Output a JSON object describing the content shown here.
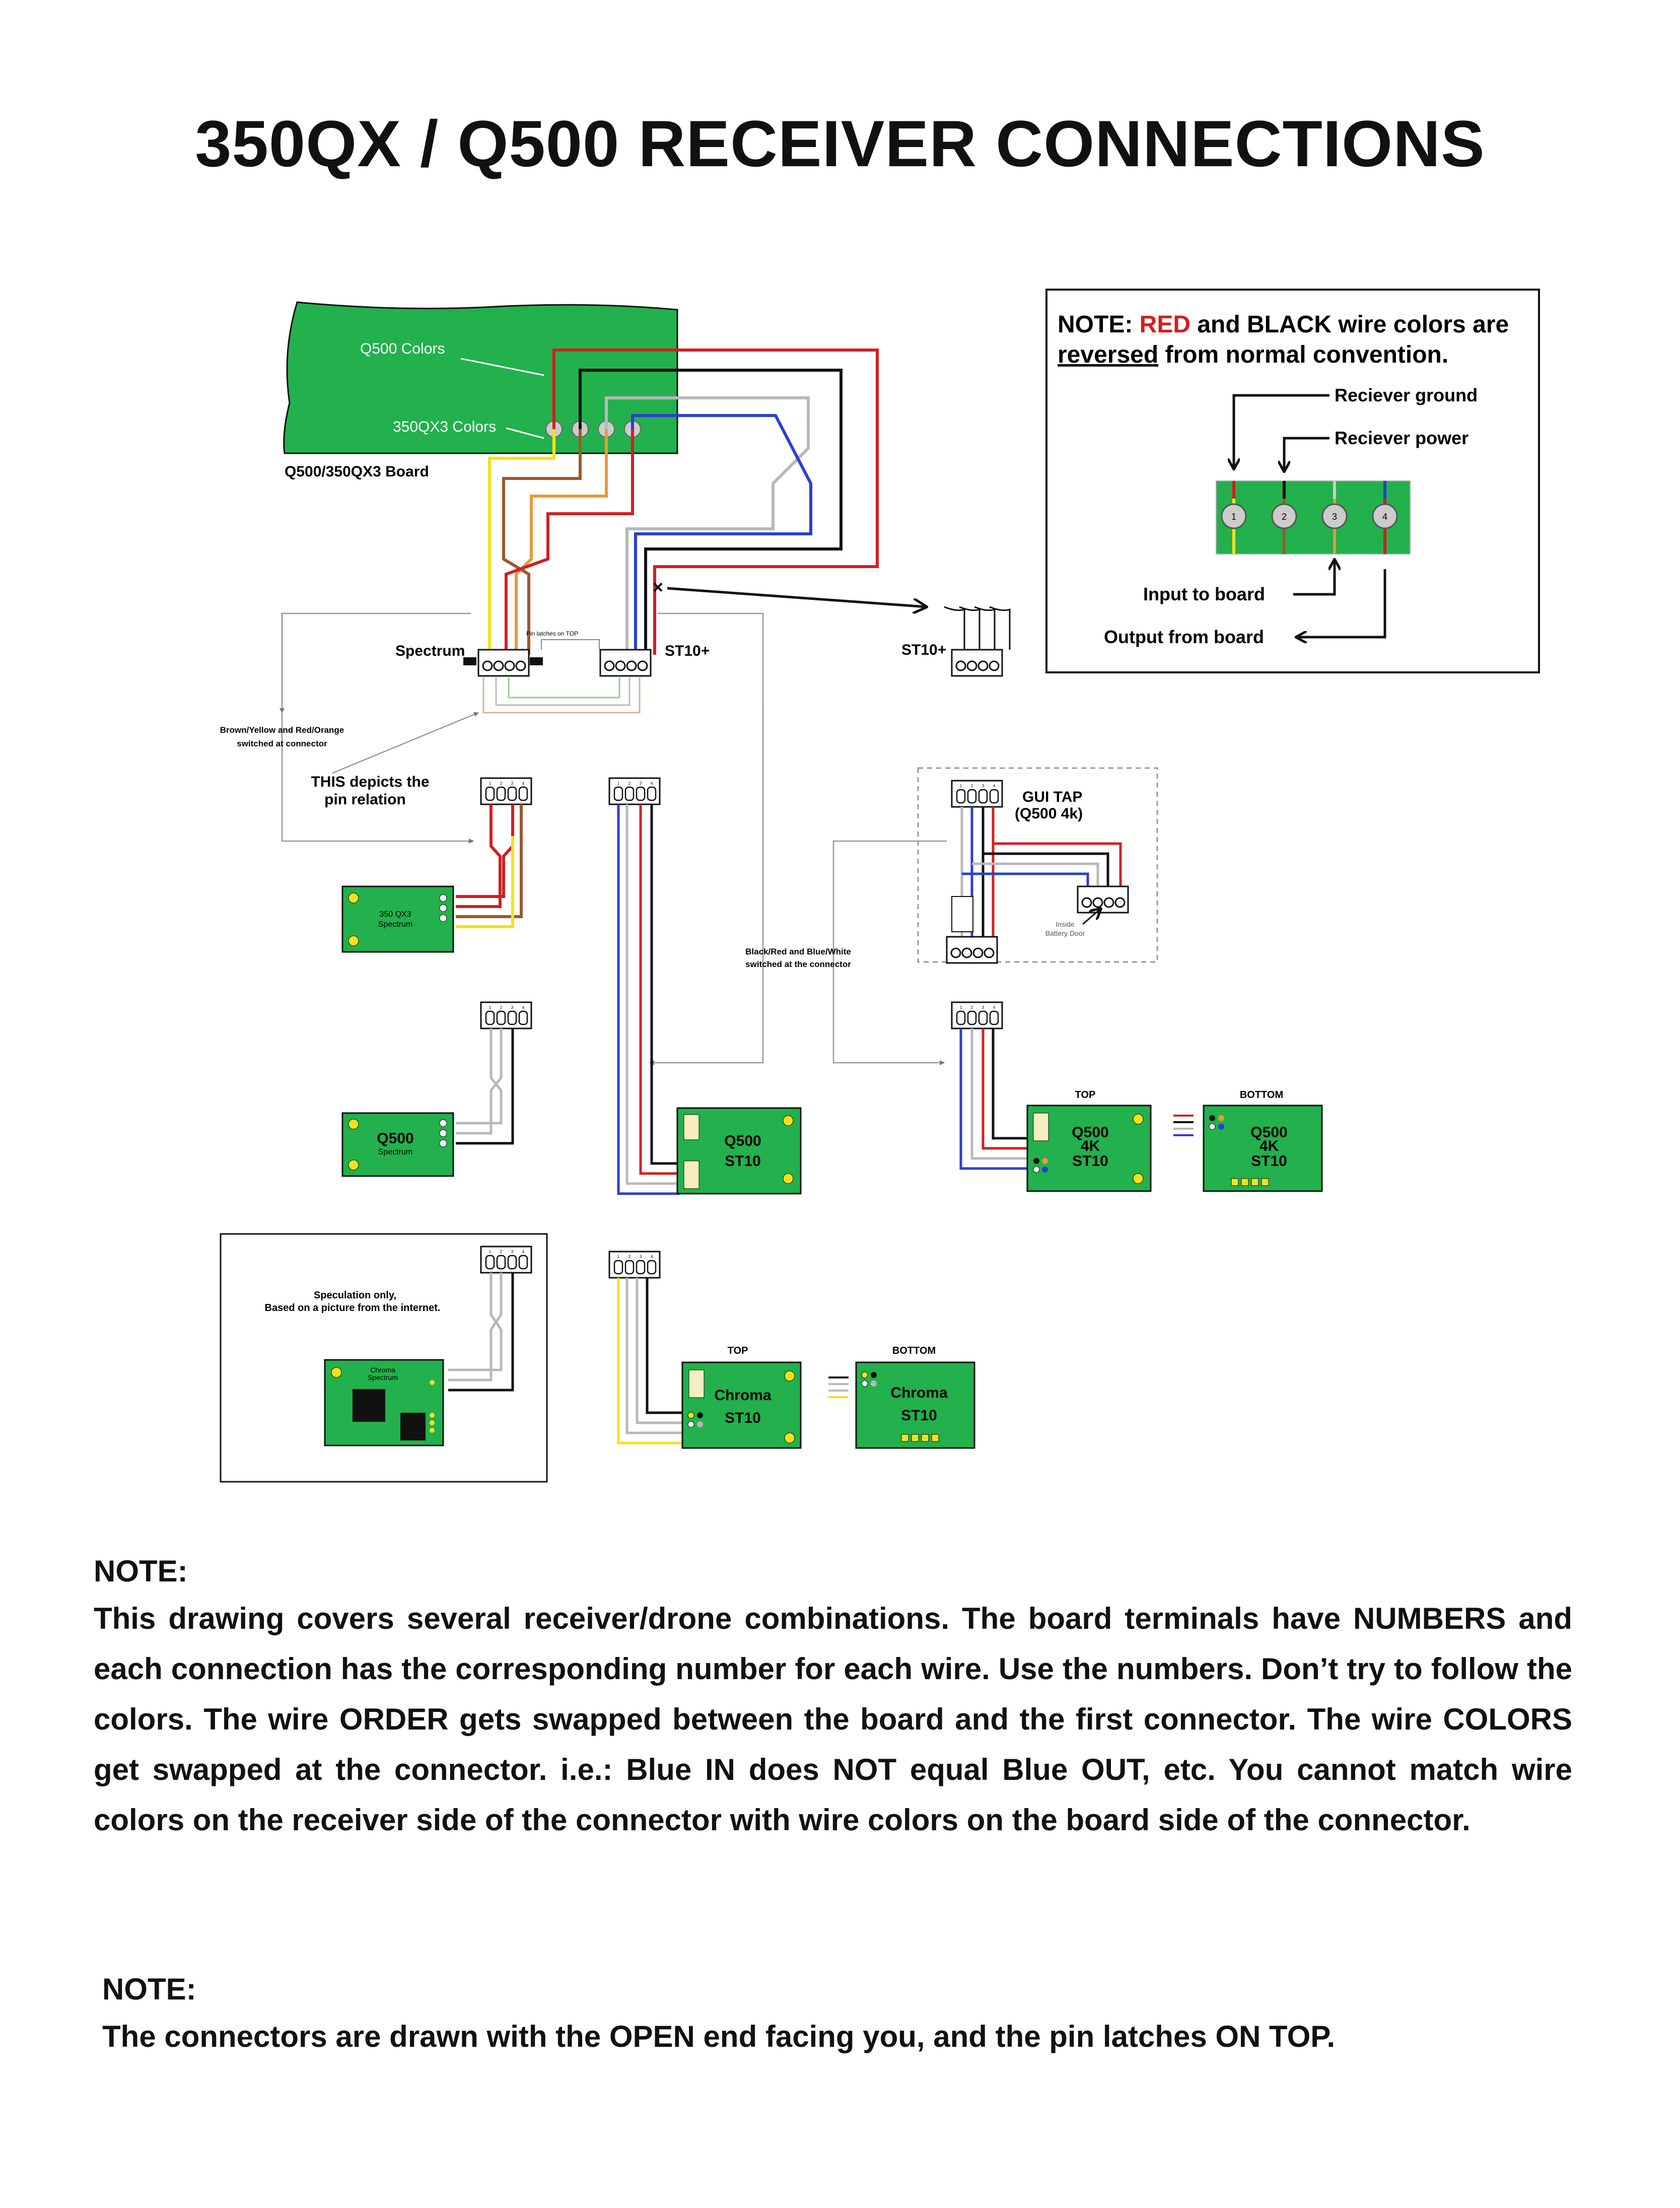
{
  "title": "350QX / Q500 RECEIVER CONNECTIONS",
  "board": {
    "q500_colors_label": "Q500 Colors",
    "qx3_colors_label": "350QX3 Colors",
    "board_label": "Q500/350QX3 Board"
  },
  "connectors": {
    "spectrum_label": "Spectrum",
    "st10_plus_label": "ST10+",
    "st10_plus_label_2": "ST10+",
    "pin_latches_label": "Pin latches on TOP",
    "pin_numbers": [
      "1",
      "2",
      "3",
      "4"
    ]
  },
  "annotations": {
    "brown_yellow_note": [
      "Brown/Yellow and Red/Orange",
      "switched at connector"
    ],
    "pin_relation_note": [
      "THIS depicts the",
      "pin relation"
    ],
    "black_red_note": [
      "Black/Red and Blue/White",
      "switched at the connector"
    ],
    "speculation_note": [
      "Speculation only,",
      "Based on a  picture from the internet."
    ],
    "inside_battery_door": [
      "Inside",
      "Battery Door"
    ]
  },
  "wire_note": {
    "line1_prefix": "NOTE: ",
    "red_word": "RED",
    "line1_suffix": " and BLACK wire colors are",
    "reversed_word": "reversed",
    "line2_suffix": " from normal convention.",
    "receiver_ground": "Reciever ground",
    "receiver_power": "Reciever power",
    "input_to_board": "Input to board",
    "output_from_board": "Output from board",
    "terminal_numbers": [
      "1",
      "2",
      "3",
      "4"
    ]
  },
  "receivers": {
    "qx3_spectrum": [
      "350 QX3",
      "Spectrum"
    ],
    "q500_spectrum": [
      "Q500",
      "Spectrum"
    ],
    "q500_st10": [
      "Q500",
      "ST10"
    ],
    "q500_4k_top": [
      "Q500",
      "4K",
      "ST10"
    ],
    "q500_4k_bottom": [
      "Q500",
      "4K",
      "ST10"
    ],
    "chroma_spectrum": [
      "Chroma",
      "Spectrum"
    ],
    "chroma_st10_top": [
      "Chroma",
      "ST10"
    ],
    "chroma_st10_bottom": [
      "Chroma",
      "ST10"
    ],
    "top_label": "TOP",
    "bottom_label": "BOTTOM",
    "gui_tap": [
      "GUI TAP",
      "(Q500 4k)"
    ]
  },
  "colors": {
    "board_green": "#22b14c",
    "wire_red": "#d21f1f",
    "wire_black": "#111111",
    "wire_blue": "#2b3fd0",
    "wire_white": "#b8b8b8",
    "wire_yellow": "#f2e21c",
    "wire_brown": "#9a5a2a",
    "wire_orange": "#e69a3a"
  },
  "notes": [
    {
      "heading": "NOTE:",
      "body": "This drawing covers several receiver/drone combinations. The board terminals have NUMBERS and each connection has the corresponding number for each wire.  Use the numbers.  Don’t try to follow the colors.  The wire ORDER gets swapped between the board and the first connector. The wire COLORS get swapped at the connector.   i.e.: Blue IN does NOT equal Blue OUT, etc.  You cannot match wire colors on the receiver side of the connector with wire colors on the board side of the connector."
    },
    {
      "heading": "NOTE:",
      "body": "The connectors are drawn with the OPEN end facing you, and the pin latches ON TOP."
    }
  ]
}
